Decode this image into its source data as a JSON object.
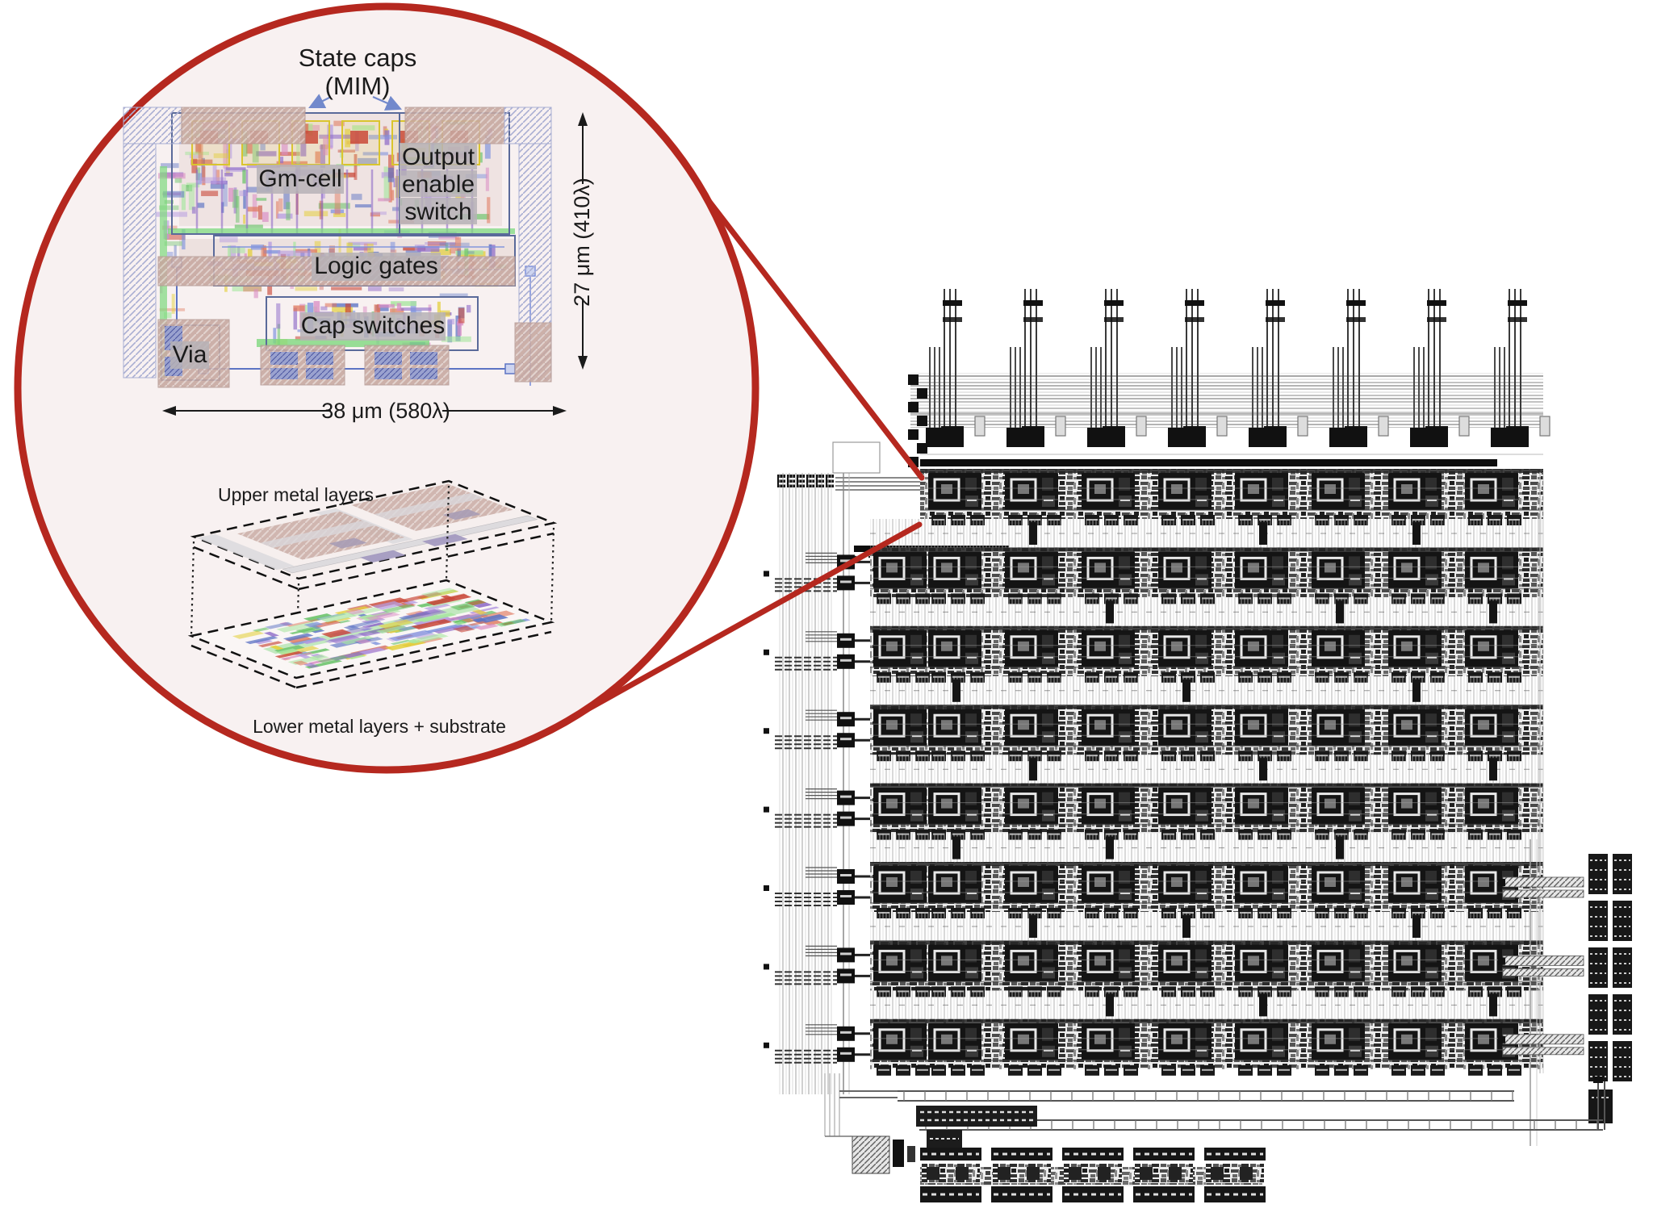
{
  "magnifier_inset": {
    "ring_color": "#b5281f",
    "background_color": "#f8f1f1",
    "labels": {
      "state_caps": "State caps",
      "state_caps_sub": "(MIM)",
      "gm_cell": "Gm-cell",
      "output_enable_1": "Output",
      "output_enable_2": "enable",
      "output_enable_3": "switch",
      "logic_gates": "Logic gates",
      "cap_switches": "Cap switches",
      "via": "Via",
      "width_dimension": "38 μm (580λ)",
      "height_dimension": "27 μm (410λ)"
    },
    "exploded_view": {
      "upper_label": "Upper metal layers",
      "lower_label": "Lower metal layers + substrate"
    }
  },
  "chip_layout": {
    "rows": 8,
    "cells_per_row": 8,
    "top_bus_stub_groups": 8,
    "bottom_blocks": 5,
    "right_column_modules": 5
  },
  "palette": {
    "tan_hatch": "#c7a8a0",
    "lavender_hatch": "#a9aed2",
    "label_bg": "#b6b2b6",
    "box_outline": "#5a6a9a",
    "arrow_blue": "#7289cc",
    "green": "#7ed87e",
    "chip_ink": "#141414",
    "wiring": [
      "#8f6cc9",
      "#b49ae0",
      "#5d74c4",
      "#7e92dd",
      "#c9493a",
      "#e07a5f",
      "#67c267",
      "#a8e6a0",
      "#e3cf3a",
      "#d98cc3"
    ]
  }
}
